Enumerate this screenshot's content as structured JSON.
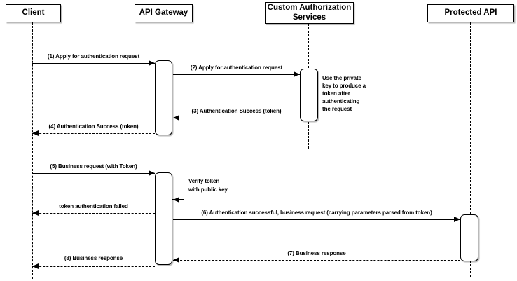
{
  "diagram_type": "uml-sequence",
  "colors": {
    "stroke": "#000000",
    "fill": "#ffffff",
    "background": "#ffffff"
  },
  "participants": [
    {
      "name": "Client"
    },
    {
      "name": "API Gateway"
    },
    {
      "name": "Custom Authorization Services"
    },
    {
      "name": "Protected API"
    }
  ],
  "messages": [
    {
      "num": "1",
      "label": "(1) Apply for authentication request",
      "from": "Client",
      "to": "API Gateway",
      "line": "solid"
    },
    {
      "num": "2",
      "label": "(2) Apply for authentication request",
      "from": "API Gateway",
      "to": "Custom Authorization Services",
      "line": "solid"
    },
    {
      "num": "3",
      "label": "(3) Authentication Success (token)",
      "from": "Custom Authorization Services",
      "to": "API Gateway",
      "line": "dashed"
    },
    {
      "num": "4",
      "label": "(4) Authentication Success (token)",
      "from": "API Gateway",
      "to": "Client",
      "line": "dashed"
    },
    {
      "num": "5",
      "label": "(5) Business request (with Token)",
      "from": "Client",
      "to": "API Gateway",
      "line": "solid"
    },
    {
      "num": "",
      "label": "Verify token\nwith public key",
      "from": "API Gateway",
      "to": "API Gateway",
      "line": "self"
    },
    {
      "num": "",
      "label": "token authentication failed",
      "from": "API Gateway",
      "to": "Client",
      "line": "dashed"
    },
    {
      "num": "6",
      "label": "(6) Authentication successful, business request (carrying parameters parsed from token)",
      "from": "API Gateway",
      "to": "Protected API",
      "line": "solid"
    },
    {
      "num": "7",
      "label": "(7) Business response",
      "from": "Protected API",
      "to": "API Gateway",
      "line": "dashed"
    },
    {
      "num": "8",
      "label": "(8) Business response",
      "from": "API Gateway",
      "to": "Client",
      "line": "dashed"
    }
  ],
  "note": {
    "text": "Use the private\nkey to produce a\ntoken after\nauthenticating\nthe request",
    "attached_to": "Custom Authorization Services"
  }
}
